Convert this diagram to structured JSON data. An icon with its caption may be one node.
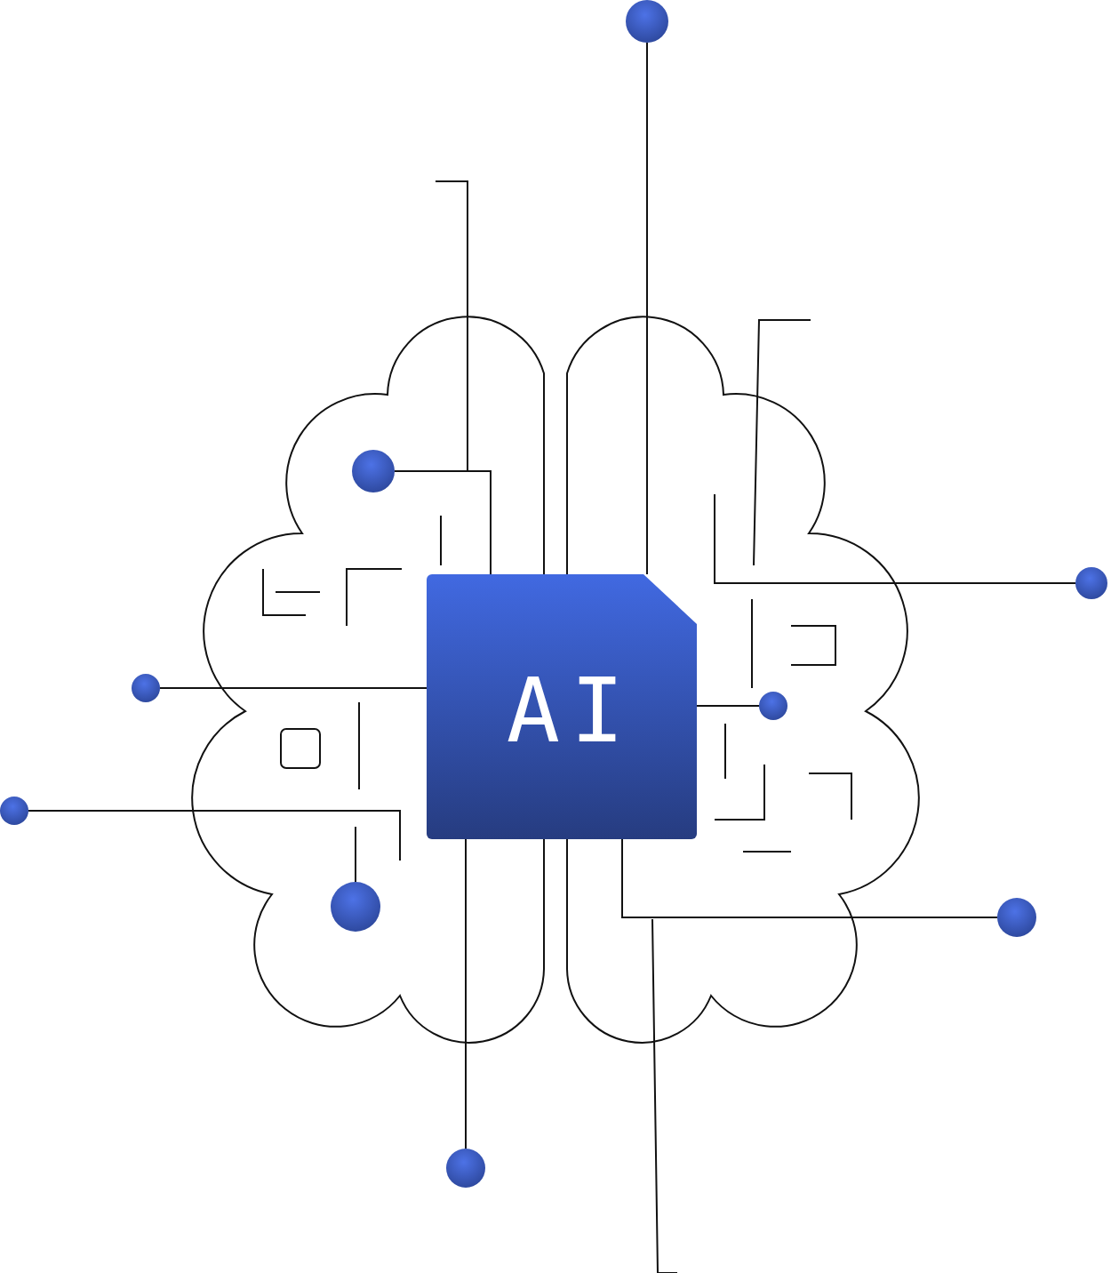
{
  "diagram": {
    "nodes": [
      {
        "text": [
          "AI"
        ]
      },
      {
        "text": [],
        "shape": "circle"
      },
      {
        "text": [],
        "shape": "circle"
      },
      {
        "text": [],
        "shape": "circle"
      },
      {
        "text": [],
        "shape": "circle"
      },
      {
        "text": [],
        "shape": "circle"
      },
      {
        "text": [],
        "shape": "circle"
      },
      {
        "text": [],
        "shape": "circle"
      },
      {
        "text": [],
        "shape": "circle"
      },
      {
        "text": [],
        "shape": "circle"
      }
    ],
    "edges": [
      {
        "from": 1,
        "to": 0,
        "arrow": "none"
      },
      {
        "from": 2,
        "to": 0,
        "arrow": "none"
      },
      {
        "from": 4,
        "to": 0,
        "arrow": "none"
      },
      {
        "from": 5,
        "to": 0,
        "arrow": "none"
      },
      {
        "from": 8,
        "to": 0,
        "arrow": "none"
      },
      {
        "from": 9,
        "to": 0,
        "arrow": "none"
      },
      {
        "from": 3,
        "to": null,
        "arrow": "none"
      },
      {
        "from": 6,
        "to": null,
        "arrow": "none"
      },
      {
        "from": 7,
        "to": null,
        "arrow": "none"
      }
    ]
  }
}
